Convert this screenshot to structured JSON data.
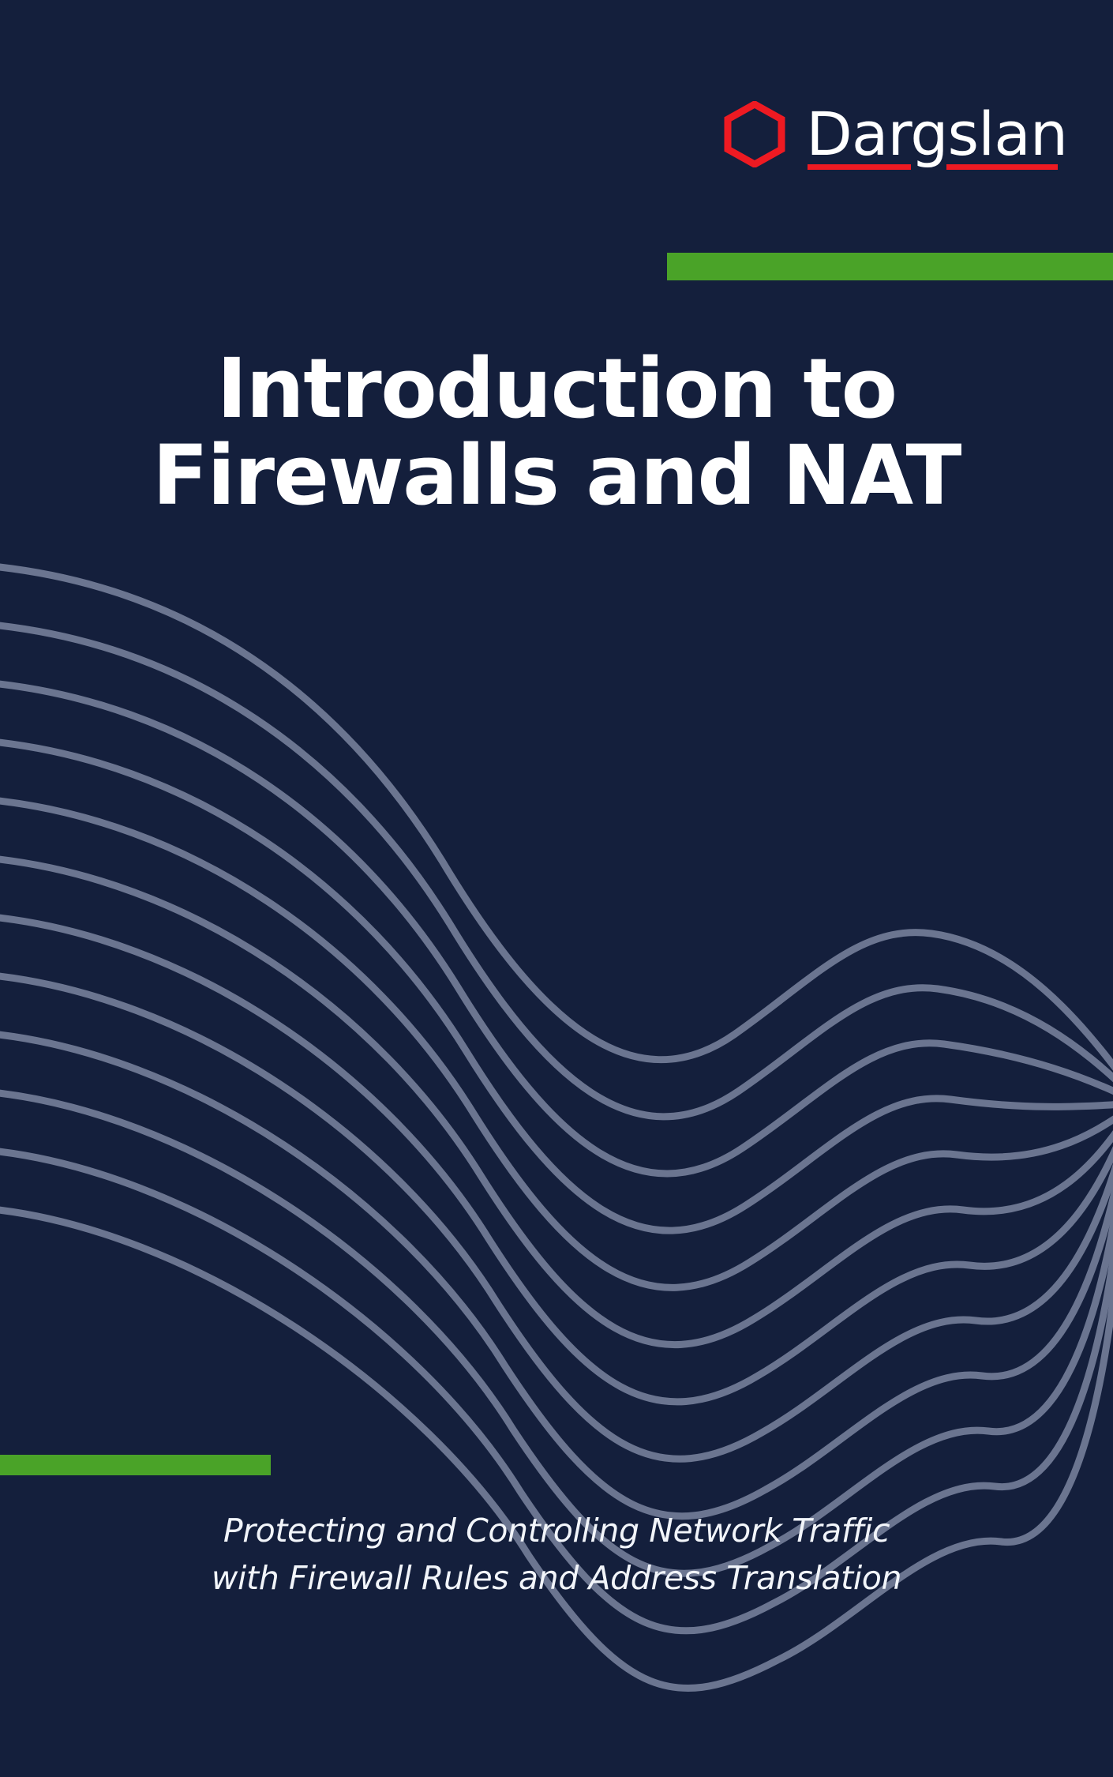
{
  "colors": {
    "background": "#141f3c",
    "accent_green": "#4aa328",
    "brand_red": "#ee1a22",
    "wave_line": "#6b7590",
    "text_primary": "#ffffff"
  },
  "brand": {
    "name": "Dargslan",
    "mark": "hexagon-outline-icon"
  },
  "title": {
    "line1": "Introduction to",
    "line2": "Firewalls and NAT"
  },
  "subtitle": {
    "line1": "Protecting and Controlling Network Traffic",
    "line2": "with Firewall Rules and Address Translation"
  },
  "decoration": {
    "waves": "flowing-parallel-lines",
    "wave_count": 12,
    "accent_bar_top": "top-right-green-bar",
    "accent_bar_bottom": "bottom-left-green-bar"
  }
}
